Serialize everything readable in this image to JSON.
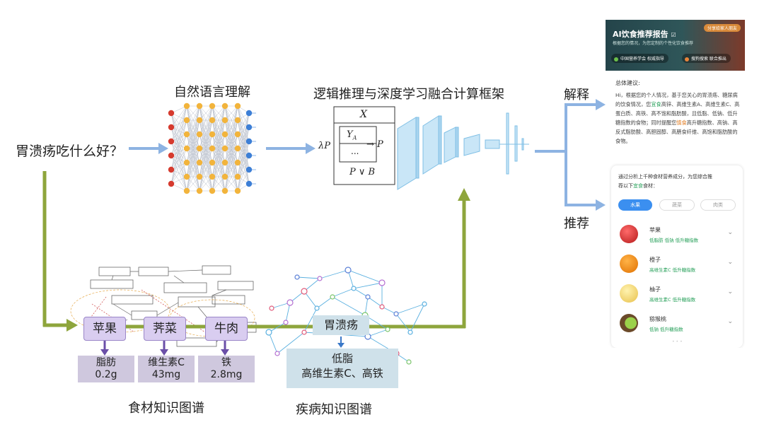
{
  "question": "胃溃疡吃什么好？",
  "nlu_label": "自然语言理解",
  "framework_label": "逻辑推理与深度学习融合计算框架",
  "explain_label": "解释",
  "recommend_label": "推荐",
  "logic": {
    "lambda": "λP",
    "top": "X",
    "inner": "Y",
    "inner_sub": "A",
    "dots": "...",
    "implies": "→ P",
    "bottom": "P ∨ B"
  },
  "food_kg": {
    "label": "食材知识图谱",
    "foods": [
      "苹果",
      "荠菜",
      "牛肉"
    ],
    "nutrients": [
      {
        "name": "脂肪",
        "value": "0.2g"
      },
      {
        "name": "维生素C",
        "value": "43mg"
      },
      {
        "name": "铁",
        "value": "2.8mg"
      }
    ]
  },
  "disease_kg": {
    "label": "疾病知识图谱",
    "disease": "胃溃疡",
    "advice_line1": "低脂",
    "advice_line2": "高维生素C、高铁"
  },
  "phone": {
    "title": "AI饮食推荐报告",
    "subtitle": "根据您的情况，为您定制的个性化饮食推荐",
    "share": "分享给家人朋友",
    "badge1": "中国营养学会 权威指导",
    "badge2": "搜狗搜索 联合推出",
    "summary_title": "总体建议:",
    "summary_parts": [
      "Hi，根据您的个人情况，基于您关心的胃溃疡、糖尿病的饮食情况，您",
      "宜食",
      "高锌、高维生素A、高维生素C、高蛋白质、高铁、高不饱和脂肪酸，且低脂、低钠、低升糖指数的食物；同时提醒您",
      "慎食",
      "高升糖指数、高钠、高反式脂肪酸、高胆固醇、高膳食纤维、高饱和脂肪酸的食物。"
    ],
    "card_intro1": "通过分析上千种食材营养成分，为您综合推",
    "card_intro2_a": "荐以下",
    "card_intro2_b": "宜食",
    "card_intro2_c": "食材：",
    "tabs": [
      "水果",
      "蔬菜",
      "肉类"
    ],
    "items": [
      {
        "name": "苹果",
        "tags": "低脂肪    低钠    低升糖指数"
      },
      {
        "name": "橙子",
        "tags": "高维生素C    低升糖指数"
      },
      {
        "name": "柚子",
        "tags": "高维生素C    低升糖指数"
      },
      {
        "name": "猕猴桃",
        "tags": "低钠    低升糖指数"
      }
    ],
    "colors": {
      "accent": "#3b8ff0",
      "green": "#27a05a",
      "orange": "#e07a1f"
    }
  }
}
